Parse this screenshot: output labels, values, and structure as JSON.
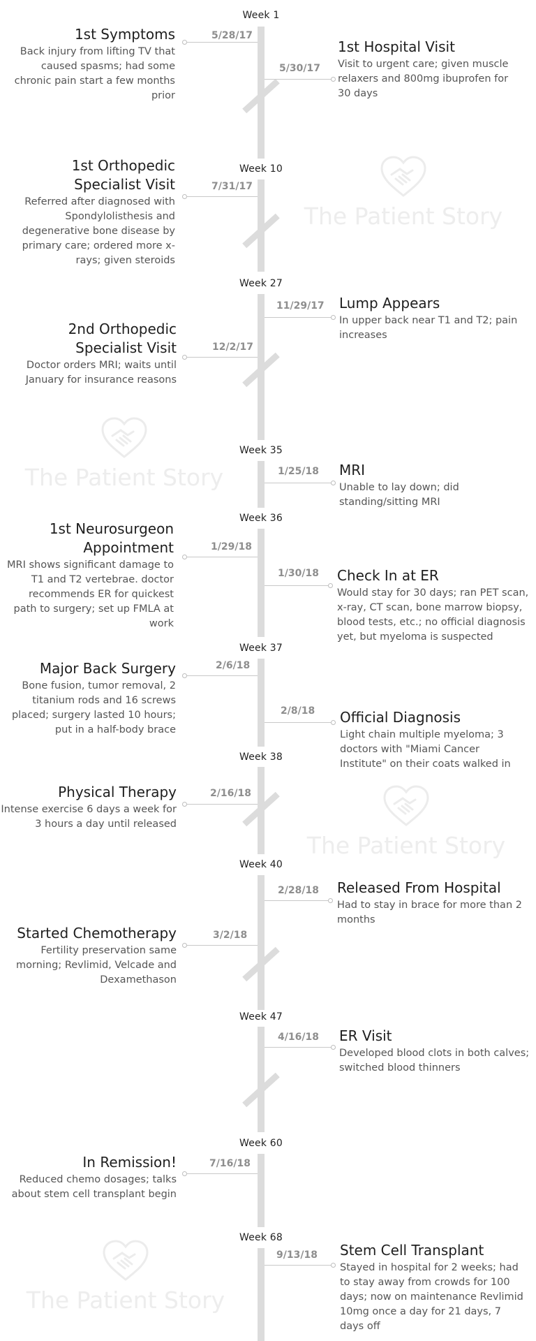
{
  "watermark": {
    "text": "The Patient Story",
    "icon": "heart-handshake-icon"
  },
  "weeks": [
    "Week 1",
    "Week 10",
    "Week 27",
    "Week 35",
    "Week 36",
    "Week 37",
    "Week 38",
    "Week 40",
    "Week 47",
    "Week 60",
    "Week 68"
  ],
  "events": [
    {
      "date": "5/28/17",
      "title": "1st Symptoms",
      "desc": "Back injury from lifting TV that caused spasms; had some chronic pain start a few months prior"
    },
    {
      "date": "5/30/17",
      "title": "1st Hospital Visit",
      "desc": "Visit to urgent care; given muscle relaxers and 800mg ibuprofen for 30 days"
    },
    {
      "date": "7/31/17",
      "title": "1st Orthopedic Specialist Visit",
      "desc": "Referred after diagnosed with Spondylolisthesis and degenerative bone disease by primary care; ordered more x-rays; given steroids"
    },
    {
      "date": "11/29/17",
      "title": "Lump Appears",
      "desc": "In upper back near T1 and T2; pain increases"
    },
    {
      "date": "12/2/17",
      "title": "2nd Orthopedic Specialist Visit",
      "desc": "Doctor orders MRI; waits until January for insurance reasons"
    },
    {
      "date": "1/25/18",
      "title": "MRI",
      "desc": "Unable to lay down; did standing/sitting MRI"
    },
    {
      "date": "1/29/18",
      "title": "1st Neurosurgeon Appointment",
      "desc": "MRI shows significant damage to T1 and T2 vertebrae. doctor recommends ER for quickest path to surgery; set up FMLA at work"
    },
    {
      "date": "1/30/18",
      "title": "Check In at ER",
      "desc": "Would stay for 30 days; ran PET scan, x-ray, CT scan, bone marrow biopsy, blood tests, etc.; no official diagnosis yet, but myeloma is suspected"
    },
    {
      "date": "2/6/18",
      "title": "Major Back Surgery",
      "desc": "Bone fusion, tumor removal, 2 titanium rods and 16 screws placed; surgery lasted 10 hours; put in a half-body brace"
    },
    {
      "date": "2/8/18",
      "title": "Official Diagnosis",
      "desc": "Light chain multiple myeloma; 3 doctors with \"Miami Cancer Institute\" on their coats walked in"
    },
    {
      "date": "2/16/18",
      "title": "Physical Therapy",
      "desc": "Intense exercise 6 days a week for 3 hours a day until released"
    },
    {
      "date": "2/28/18",
      "title": "Released From Hospital",
      "desc": "Had to stay in brace for more than 2 months"
    },
    {
      "date": "3/2/18",
      "title": "Started Chemotherapy",
      "desc": "Fertility preservation same morning; Revlimid, Velcade and Dexamethason"
    },
    {
      "date": "4/16/18",
      "title": "ER Visit",
      "desc": "Developed blood clots in both calves; switched blood thinners"
    },
    {
      "date": "7/16/18",
      "title": "In Remission!",
      "desc": "Reduced chemo dosages; talks about stem cell transplant begin"
    },
    {
      "date": "9/13/18",
      "title": "Stem Cell Transplant",
      "desc": "Stayed in hospital for 2 weeks; had to stay away from crowds for 100 days; now on maintenance Revlimid 10mg once a day for 21 days, 7 days off"
    }
  ]
}
